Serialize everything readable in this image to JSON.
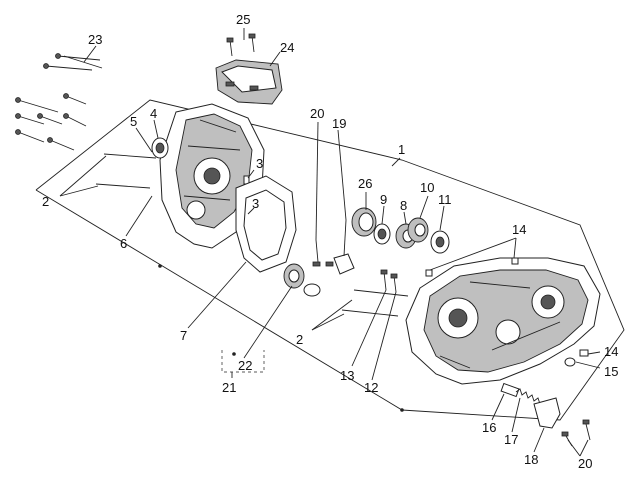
{
  "diagram": {
    "callouts": {
      "c1": "1",
      "c2a": "2",
      "c2b": "2",
      "c3a": "3",
      "c3b": "3",
      "c4": "4",
      "c5": "5",
      "c6": "6",
      "c7": "7",
      "c8": "8",
      "c9": "9",
      "c10": "10",
      "c11": "11",
      "c12": "12",
      "c13": "13",
      "c14a": "14",
      "c14b": "14",
      "c15": "15",
      "c16": "16",
      "c17": "17",
      "c18": "18",
      "c19": "19",
      "c20a": "20",
      "c20b": "20",
      "c21": "21",
      "c22": "22",
      "c23": "23",
      "c24": "24",
      "c25": "25",
      "c26": "26"
    }
  }
}
